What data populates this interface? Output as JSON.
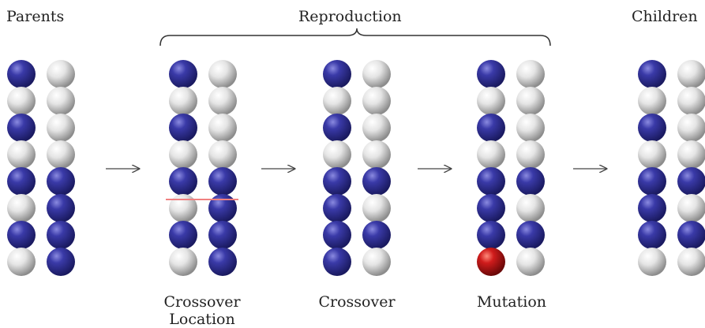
{
  "headers": {
    "parents": "Parents",
    "reproduction": "Reproduction",
    "children": "Children"
  },
  "captions": {
    "crossover_location_line1": "Crossover",
    "crossover_location_line2": "Location",
    "crossover": "Crossover",
    "mutation": "Mutation"
  },
  "colors": {
    "blue_bead": "#3a3aa0",
    "white_bead": "#e6e6e6",
    "mutated_bead": "#cc1f1f",
    "crossover_line": "#f08080",
    "arrow": "#444444",
    "brace": "#333333"
  },
  "stages": [
    {
      "name": "parents",
      "left": [
        "B",
        "W",
        "B",
        "W",
        "B",
        "W",
        "B",
        "W"
      ],
      "right": [
        "W",
        "W",
        "W",
        "W",
        "B",
        "B",
        "B",
        "B"
      ]
    },
    {
      "name": "crossover-location",
      "left": [
        "B",
        "W",
        "B",
        "W",
        "B",
        "W",
        "B",
        "W"
      ],
      "right": [
        "W",
        "W",
        "W",
        "W",
        "B",
        "B",
        "B",
        "B"
      ],
      "cut_after_index": 4
    },
    {
      "name": "crossover",
      "left": [
        "B",
        "W",
        "B",
        "W",
        "B",
        "B",
        "B",
        "B"
      ],
      "right": [
        "W",
        "W",
        "W",
        "W",
        "B",
        "W",
        "B",
        "W"
      ]
    },
    {
      "name": "mutation",
      "left": [
        "B",
        "W",
        "B",
        "W",
        "B",
        "B",
        "B",
        "R"
      ],
      "right": [
        "W",
        "W",
        "W",
        "W",
        "B",
        "W",
        "B",
        "W"
      ]
    },
    {
      "name": "children",
      "left": [
        "B",
        "W",
        "B",
        "W",
        "B",
        "B",
        "B",
        "W"
      ],
      "right": [
        "W",
        "W",
        "W",
        "W",
        "B",
        "W",
        "B",
        "W"
      ]
    }
  ]
}
